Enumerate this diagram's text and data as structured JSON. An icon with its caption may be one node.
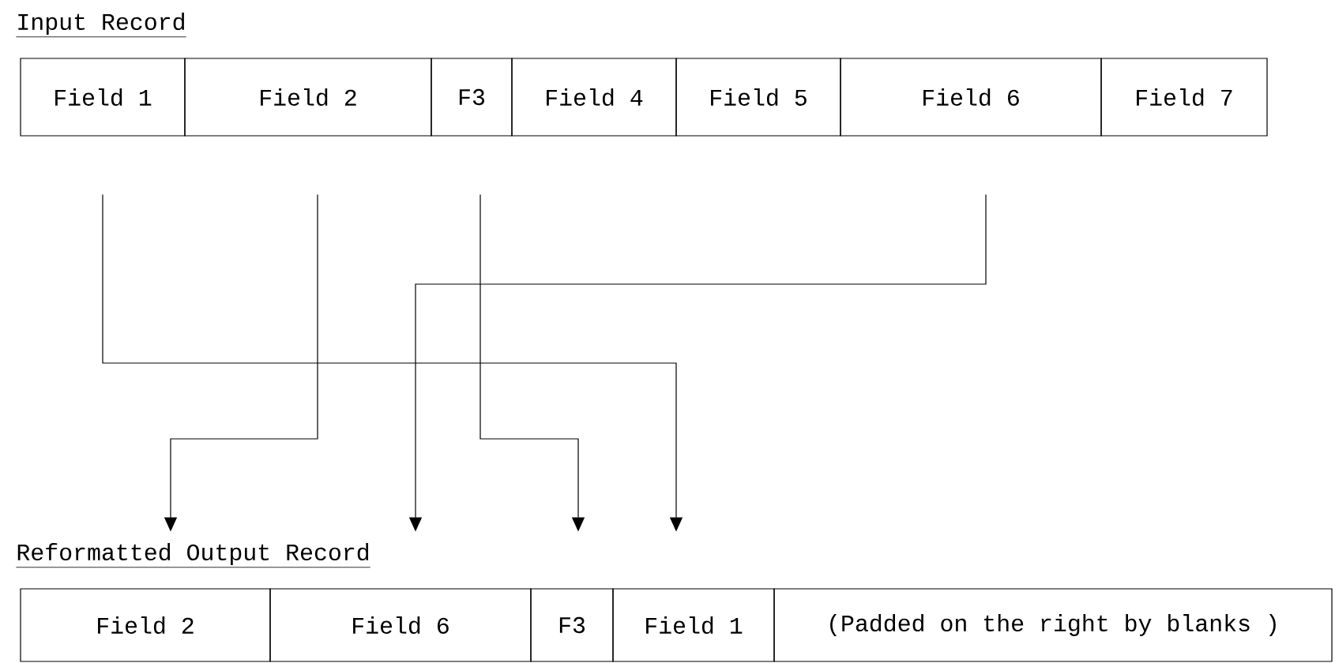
{
  "diagram": {
    "nodes": [
      {
        "text": [
          "Field 1"
        ]
      },
      {
        "text": [
          "Field 2"
        ]
      },
      {
        "text": [
          "F3"
        ]
      },
      {
        "text": [
          "Field 4"
        ]
      },
      {
        "text": [
          "Field 5"
        ]
      },
      {
        "text": [
          "Field 6"
        ]
      },
      {
        "text": [
          "Field 7"
        ]
      },
      {
        "text": [
          "Field 2"
        ]
      },
      {
        "text": [
          "Field 6"
        ]
      },
      {
        "text": [
          "F3"
        ]
      },
      {
        "text": [
          "Field 1"
        ]
      },
      {
        "text": [
          "(Padded on the right by blanks )"
        ]
      }
    ],
    "edges": [
      {
        "from": 0,
        "to": 10,
        "arrow": "to"
      },
      {
        "from": 1,
        "to": 7,
        "arrow": "to"
      },
      {
        "from": 2,
        "to": 9,
        "arrow": "to"
      },
      {
        "from": 5,
        "to": 8,
        "arrow": "to"
      }
    ],
    "labels": [
      "Input Record",
      "Reformatted Output Record"
    ]
  }
}
